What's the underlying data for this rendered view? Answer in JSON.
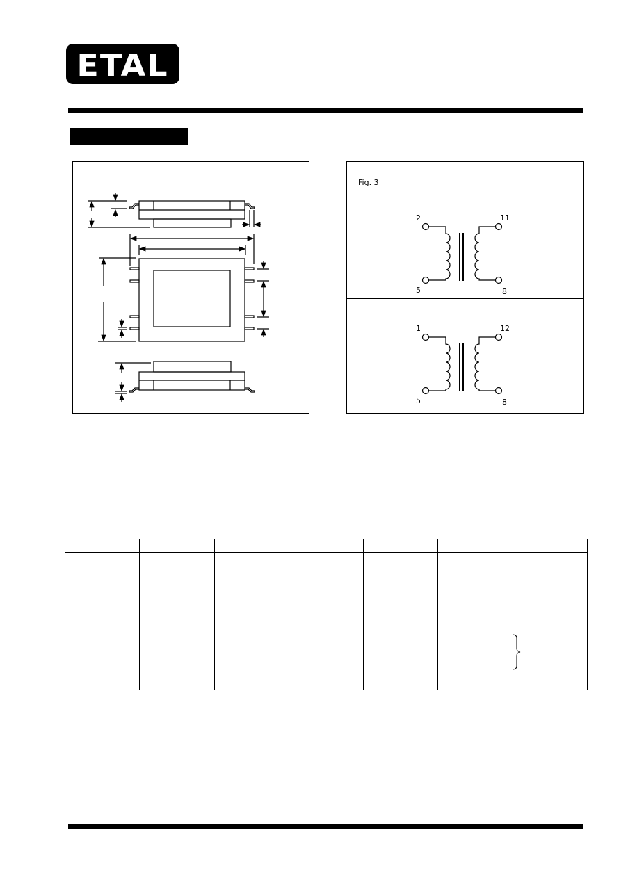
{
  "header": {
    "logo_text": "ETAL"
  },
  "figure_schematic": {
    "label": "Fig. 3",
    "top_pins": {
      "primary_start": "2",
      "primary_end": "5",
      "secondary_start": "11",
      "secondary_end": "8"
    },
    "bottom_pins": {
      "primary_start": "1",
      "primary_end": "5",
      "secondary_start": "12",
      "secondary_end": "8"
    }
  },
  "table": {
    "columns": 7
  }
}
